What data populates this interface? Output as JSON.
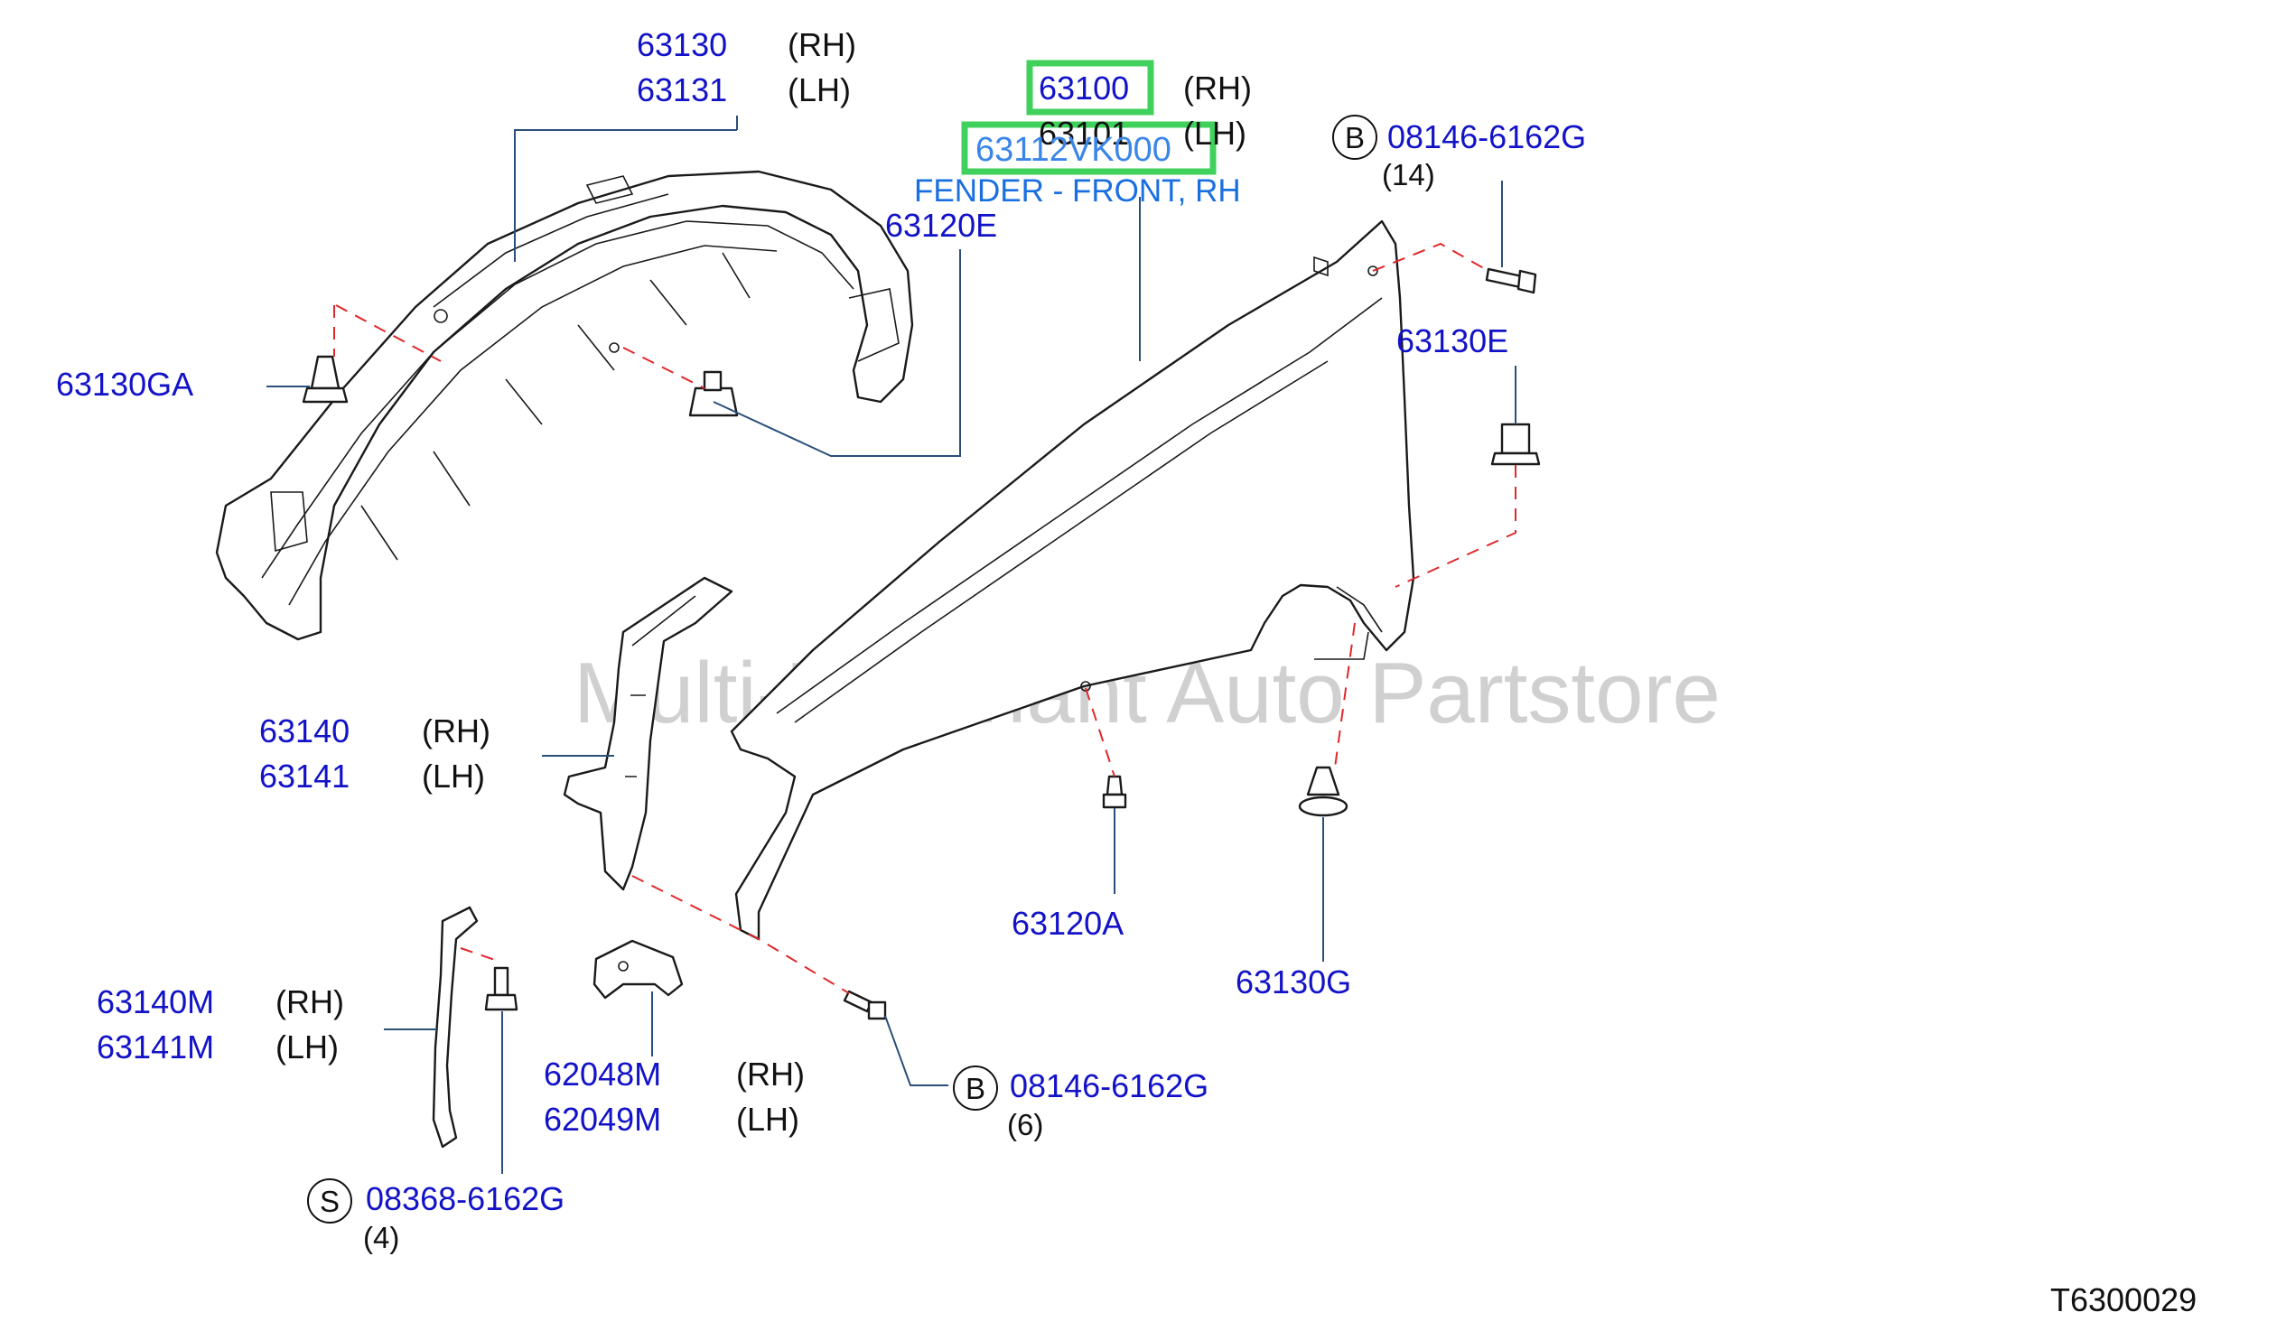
{
  "labels": {
    "p63130": "63130",
    "p63130_side": "(RH)",
    "p63131": "63131",
    "p63131_side": "(LH)",
    "p63100": "63100",
    "p63100_side": "(RH)",
    "p63101": "63101",
    "p63101_side": "(LH)",
    "highlight_part": "63112VK000",
    "highlight_desc": "FENDER - FRONT, RH",
    "p63120E": "63120E",
    "p63130GA": "63130GA",
    "boltB_top_ref": "B",
    "boltB_top_pn": "08146-6162G",
    "boltB_top_qty": "(14)",
    "p63130E": "63130E",
    "p63140": "63140",
    "p63140_side": "(RH)",
    "p63141": "63141",
    "p63141_side": "(LH)",
    "p63120A": "63120A",
    "p63130G": "63130G",
    "p63140M": "63140M",
    "p63140M_side": "(RH)",
    "p63141M": "63141M",
    "p63141M_side": "(LH)",
    "p62048M": "62048M",
    "p62048M_side": "(RH)",
    "p62049M": "62049M",
    "p62049M_side": "(LH)",
    "boltB_bot_ref": "B",
    "boltB_bot_pn": "08146-6162G",
    "boltB_bot_qty": "(6)",
    "screwS_ref": "S",
    "screwS_pn": "08368-6162G",
    "screwS_qty": "(4)",
    "diagram_code": "T6300029",
    "watermark": "Multi-Merchant Auto Partstore"
  },
  "colors": {
    "part_number": "#1212c8",
    "highlight_box": "#3fd15b",
    "description": "#1a6fe0",
    "dash_line": "#e0282a"
  }
}
